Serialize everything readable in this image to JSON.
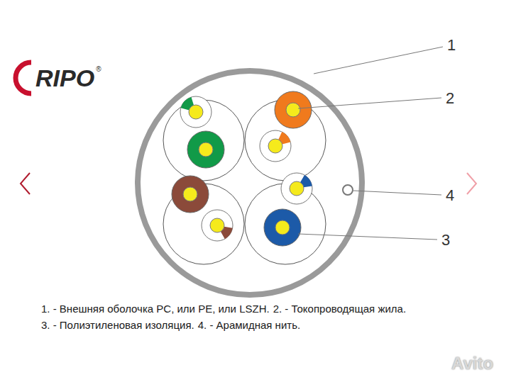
{
  "diagram": {
    "labels": [
      "RIPO",
      "®",
      "1",
      "2",
      "4",
      "3",
      "1. - Внешняя оболочка PC, или PE, или LSZH.",
      "2. - Токопроводящая жила.",
      "3. - Полиэтиленовая изоляция.",
      "4. - Арамидная нить.",
      "Avito"
    ]
  }
}
